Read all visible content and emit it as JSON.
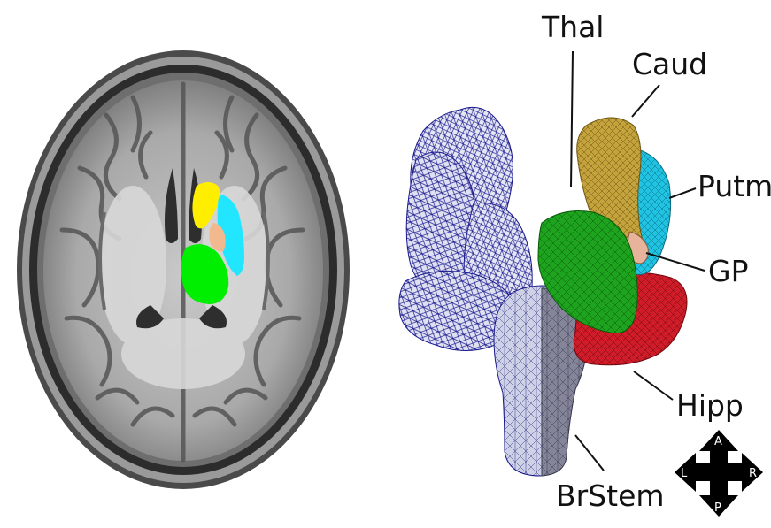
{
  "labels": {
    "thal": "Thal",
    "caud": "Caud",
    "putm": "Putm",
    "gp": "GP",
    "hipp": "Hipp",
    "brstem": "BrStem"
  },
  "orientation": {
    "anterior": "A",
    "posterior": "P",
    "left": "L",
    "right": "R"
  },
  "colors": {
    "caudate_overlay": "#ffee00",
    "putamen_overlay": "#22e6ff",
    "thalamus_overlay": "#00ee00",
    "gp_overlay": "#f2b98e",
    "mesh_wire": "#1a1a8c",
    "thal_mesh": "#1fa01f",
    "caud_mesh": "#c8a23a",
    "putm_mesh": "#1ec8e6",
    "hipp_mesh": "#d21d2a",
    "brstem_mesh": "#8c8c9c"
  }
}
